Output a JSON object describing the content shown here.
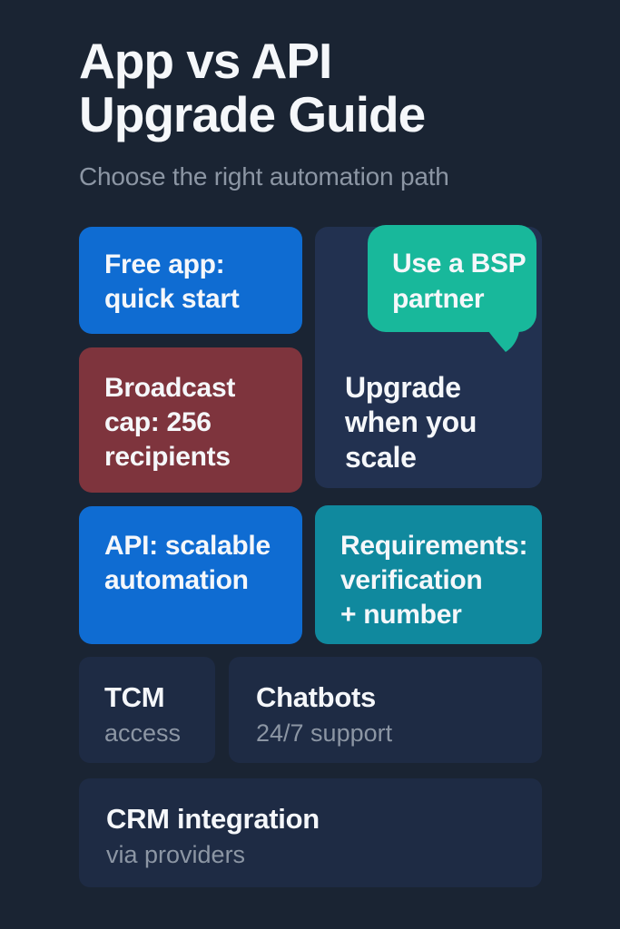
{
  "header": {
    "title": "App vs API\nUpgrade Guide",
    "subtitle": "Choose the right automation path"
  },
  "cards": {
    "free_app": {
      "label": "Free app:\nquick start"
    },
    "bsp": {
      "label": "Use a BSP\npartner"
    },
    "broadcast": {
      "label": "Broadcast\ncap: 256\nrecipients"
    },
    "upgrade": {
      "label": "Upgrade\nwhen you\nscale"
    },
    "api": {
      "label": "API: scalable\nautomation"
    },
    "requirements": {
      "label": "Requirements:\nverification\n+ number"
    },
    "tcm": {
      "title": "TCM",
      "subtitle": "access"
    },
    "chatbots": {
      "title": "Chatbots",
      "subtitle": "24/7 support"
    },
    "crm": {
      "title": "CRM integration",
      "subtitle": "via providers"
    }
  },
  "colors": {
    "background": "#1a2433",
    "panel_navy": "#223150",
    "panel_navy_soft": "#1e2b44",
    "accent_blue": "#0f6cd2",
    "accent_teal": "#18b89b",
    "accent_deep_teal": "#10899e",
    "accent_red": "#7e343d",
    "text_primary": "#f5f7fa",
    "text_muted": "#8c96a4"
  }
}
